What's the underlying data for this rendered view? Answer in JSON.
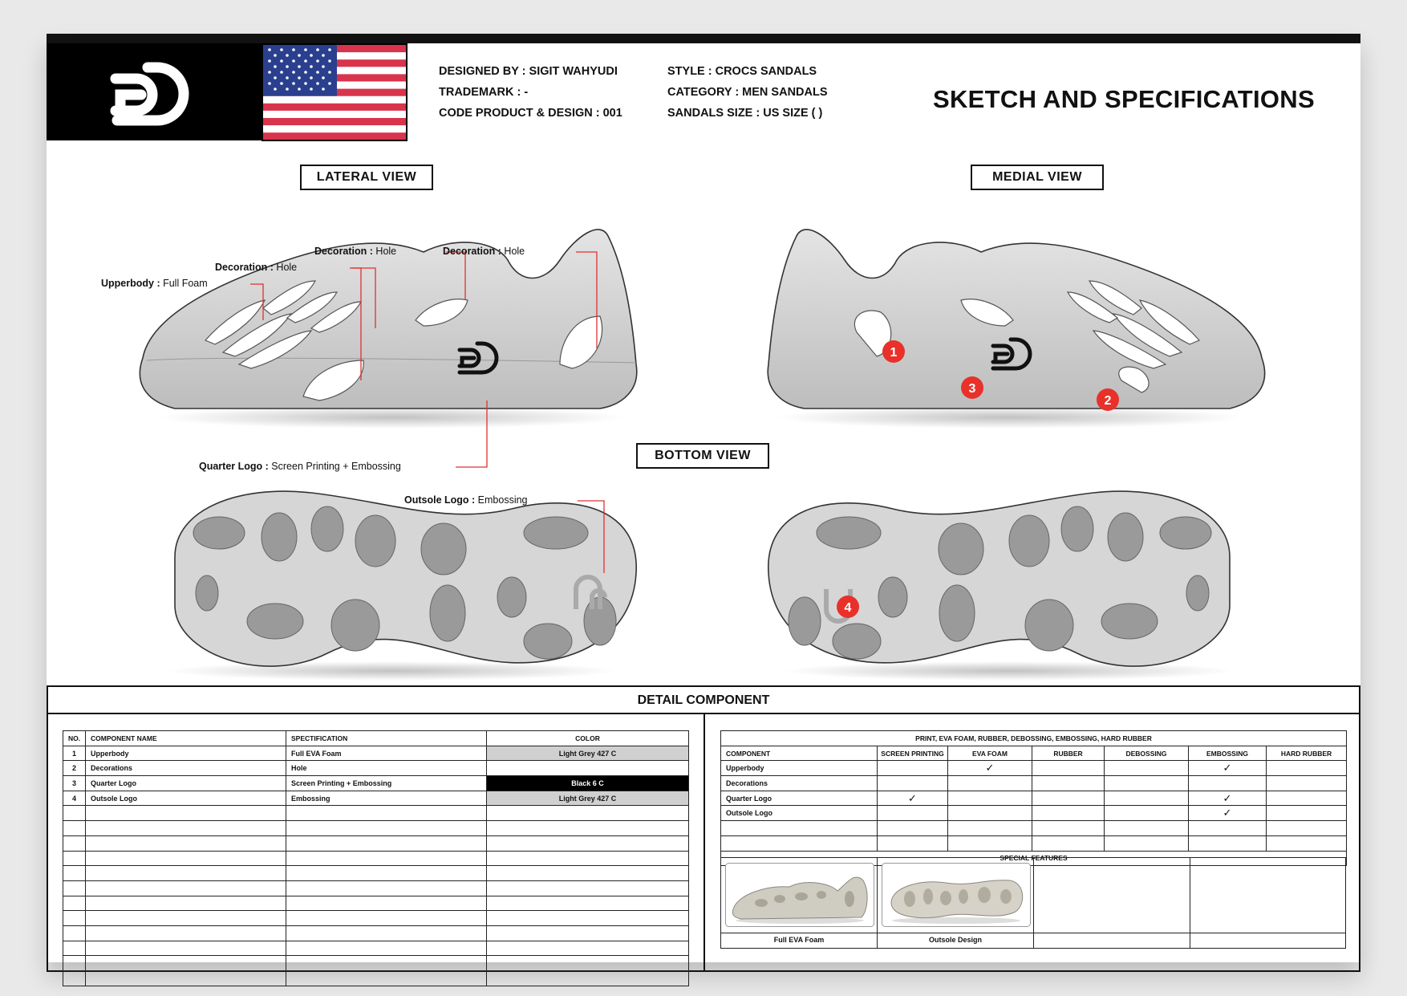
{
  "header": {
    "designed_by": "DESIGNED BY : SIGIT WAHYUDI",
    "trademark": "TRADEMARK : -",
    "code": "CODE PRODUCT & DESIGN : 001",
    "style": "STYLE : CROCS SANDALS",
    "category": "CATEGORY : MEN SANDALS",
    "size": "SANDALS SIZE : US SIZE (  )",
    "title": "SKETCH AND SPECIFICATIONS"
  },
  "views": {
    "lateral": "LATERAL VIEW",
    "medial": "MEDIAL VIEW",
    "bottom": "BOTTOM VIEW"
  },
  "callouts": {
    "upperbody": {
      "label": "Upperbody :",
      "value": "Full Foam"
    },
    "decoration_1": {
      "label": "Decoration :",
      "value": "Hole"
    },
    "decoration_2": {
      "label": "Decoration :",
      "value": "Hole"
    },
    "decoration_3": {
      "label": "Decoration :",
      "value": "Hole"
    },
    "quarter_logo": {
      "label": "Quarter Logo :",
      "value": "Screen Printing + Embossing"
    },
    "outsole_logo": {
      "label": "Outsole Logo :",
      "value": "Embossing"
    }
  },
  "markers": [
    "1",
    "2",
    "3",
    "4"
  ],
  "detail": {
    "title": "DETAIL COMPONENT",
    "left_headers": [
      "NO.",
      "COMPONENT NAME",
      "SPECTIFICATION",
      "COLOR"
    ],
    "left_rows": [
      {
        "no": "1",
        "name": "Upperbody",
        "spec": "Full EVA Foam",
        "color": "Light Grey 427 C"
      },
      {
        "no": "2",
        "name": "Decorations",
        "spec": "Hole",
        "color": ""
      },
      {
        "no": "3",
        "name": "Quarter Logo",
        "spec": "Screen Printing + Embossing",
        "color": "Black 6 C"
      },
      {
        "no": "4",
        "name": "Outsole Logo",
        "spec": "Embossing",
        "color": "Light Grey 427 C"
      }
    ],
    "right_title": "PRINT, EVA FOAM, RUBBER, DEBOSSING, EMBOSSING, HARD RUBBER",
    "right_headers": [
      "COMPONENT",
      "SCREEN PRINTING",
      "EVA FOAM",
      "RUBBER",
      "DEBOSSING",
      "EMBOSSING",
      "HARD RUBBER"
    ],
    "right_rows": [
      {
        "name": "Upperbody",
        "checks": [
          "",
          "✓",
          "",
          "",
          "✓",
          ""
        ]
      },
      {
        "name": "Decorations",
        "checks": [
          "",
          "",
          "",
          "",
          "",
          ""
        ]
      },
      {
        "name": "Quarter Logo",
        "checks": [
          "✓",
          "",
          "",
          "",
          "✓",
          ""
        ]
      },
      {
        "name": "Outsole Logo",
        "checks": [
          "",
          "",
          "",
          "",
          "✓",
          ""
        ]
      }
    ],
    "special_features": "SPECIAL FEATURES",
    "feature_labels": [
      "Full EVA Foam",
      "Outsole Design"
    ]
  },
  "colors": {
    "light_grey": "#d0d0d0",
    "black": "#000000",
    "marker_red": "#e8312a",
    "callout_red": "#e03030"
  }
}
